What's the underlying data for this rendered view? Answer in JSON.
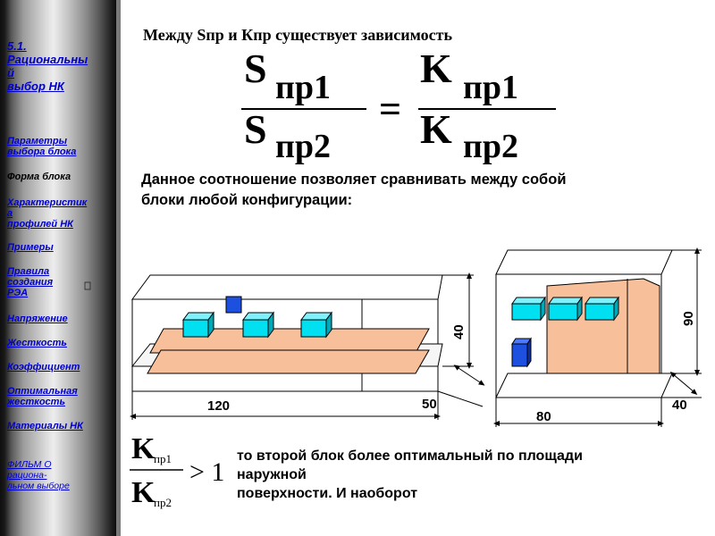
{
  "sidebar": {
    "title_lines": [
      "5.1.",
      "Рациональны",
      "й",
      "выбор НК"
    ],
    "items": [
      {
        "lines": [
          "Параметры",
          "выбора блока"
        ]
      },
      {
        "lines": [
          "Форма блока"
        ]
      },
      {
        "lines": [
          "Характеристик",
          "а",
          "профилей НК"
        ]
      },
      {
        "lines": [
          "Примеры"
        ]
      },
      {
        "lines": [
          "Правила",
          "создания",
          "РЭА"
        ]
      },
      {
        "lines": [
          "Напряжение"
        ]
      },
      {
        "lines": [
          "Жесткость"
        ]
      },
      {
        "lines": [
          "Коэффициент"
        ]
      },
      {
        "lines": [
          "Оптимальная",
          "жесткость"
        ]
      },
      {
        "lines": [
          "Материалы НК"
        ]
      }
    ],
    "film_lines": [
      "ФИЛЬМ О",
      "рациона-",
      "льном выборе"
    ]
  },
  "heading": "Между Sпр и Кпр существует зависимость",
  "formula": {
    "num_left": "S",
    "den_left": "S",
    "sub1": "пр1",
    "sub2": "пр2",
    "equals": "=",
    "num_right": "K",
    "den_right": "K"
  },
  "paragraph_lines": [
    "Данное соотношение позволяет сравнивать между собой",
    "блоки любой конфигурации:"
  ],
  "diagram_left": {
    "length": "120",
    "height": "40",
    "depth": "50"
  },
  "diagram_right": {
    "width": "80",
    "height": "90",
    "depth": "40"
  },
  "inequality": {
    "num": "K",
    "den": "K",
    "sub1": "пр1",
    "sub2": "пр2",
    "relation": "> 1"
  },
  "conclusion_lines": [
    "то второй блок более оптимальный по площади",
    "наружной",
    "поверхности. И наоборот"
  ],
  "colors": {
    "sidebar_link": "#0000cc",
    "box_peach": "#f8c09a",
    "cube_cyan": "#00e0f0",
    "cube_blue": "#1e50e0"
  }
}
